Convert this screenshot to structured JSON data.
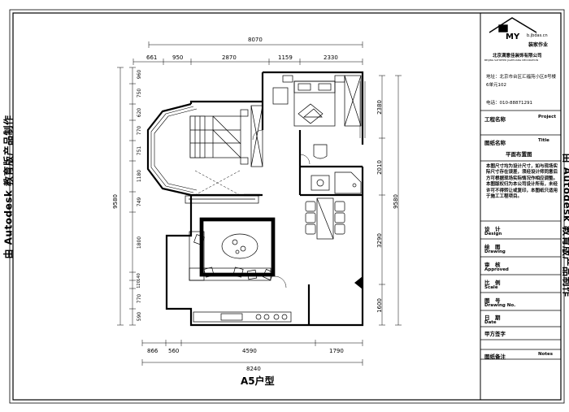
{
  "edge_stamps": {
    "left": "由 Autodesk 教育版产品制作",
    "right": "由 Autodesk 教育版产品制作"
  },
  "company": {
    "logo_text": "MY",
    "logo_url": "b.jbdas.cn",
    "logo_tagline": "装家作业",
    "name": "北京满意佳装饰有限公司",
    "name_en": "BEIJING SATISFIED JIAZHUANG DECORATION",
    "address": "地址：北京市台区汇福苑小区8号楼6单元102",
    "phone": "电话：010-88871291"
  },
  "title_block": {
    "project_label": "工程名称",
    "project_en": "Project",
    "drawing_name_label": "图纸名称",
    "drawing_name_en": "Title",
    "drawing_name_value": "平面布置图",
    "notes": "本图尺寸均为设计尺寸，如与现场实际尺寸存在误差，须经设计师同意后方可根据现场实际情况作相应调整。本图版权归为本公司设计所有，未经许可不得转让或复印，本图纸只适用于施工工程项目。",
    "rows": [
      {
        "cn": "设　计",
        "en": "Design"
      },
      {
        "cn": "绘　图",
        "en": "Drawing"
      },
      {
        "cn": "审　核",
        "en": "Approved"
      },
      {
        "cn": "比　例",
        "en": "Scale"
      },
      {
        "cn": "图　号",
        "en": "Drawing No."
      },
      {
        "cn": "日　期",
        "en": "Date"
      },
      {
        "cn": "甲方签字",
        "en": ""
      },
      {
        "cn": "图纸备注",
        "en": "Notes"
      }
    ]
  },
  "plan": {
    "title": "A5户型",
    "dims_top_total": "8070",
    "dims_top": [
      "661",
      "950",
      "2870",
      "1159",
      "2330"
    ],
    "dims_bottom_total": "8240",
    "dims_bottom": [
      "866",
      "560",
      "4590",
      "1790"
    ],
    "dims_left_total": "9580",
    "dims_left": [
      "960",
      "750",
      "620",
      "770",
      "751",
      "1180",
      "749",
      "1800",
      "140",
      "120",
      "770",
      "590"
    ],
    "dims_right_total": "9580",
    "dims_right": [
      "2380",
      "2010",
      "3290",
      "1600"
    ]
  }
}
